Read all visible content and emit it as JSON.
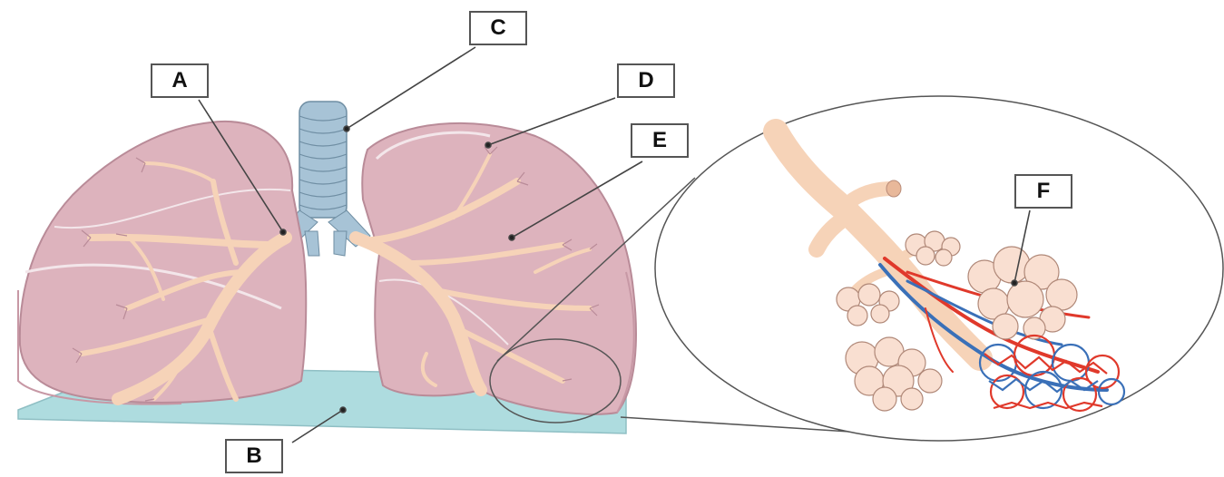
{
  "labels": {
    "a": "A",
    "b": "B",
    "c": "C",
    "d": "D",
    "e": "E",
    "f": "F"
  },
  "colors": {
    "lung": "#ddb3bd",
    "lung_edge": "#b98b98",
    "bronchi": "#f6d3b8",
    "diaphragm": "#aedcdf",
    "trachea": "#a7c3d6",
    "alveoli": "#f9dfd1",
    "artery": "#e0392b",
    "vein": "#3a70b8"
  }
}
